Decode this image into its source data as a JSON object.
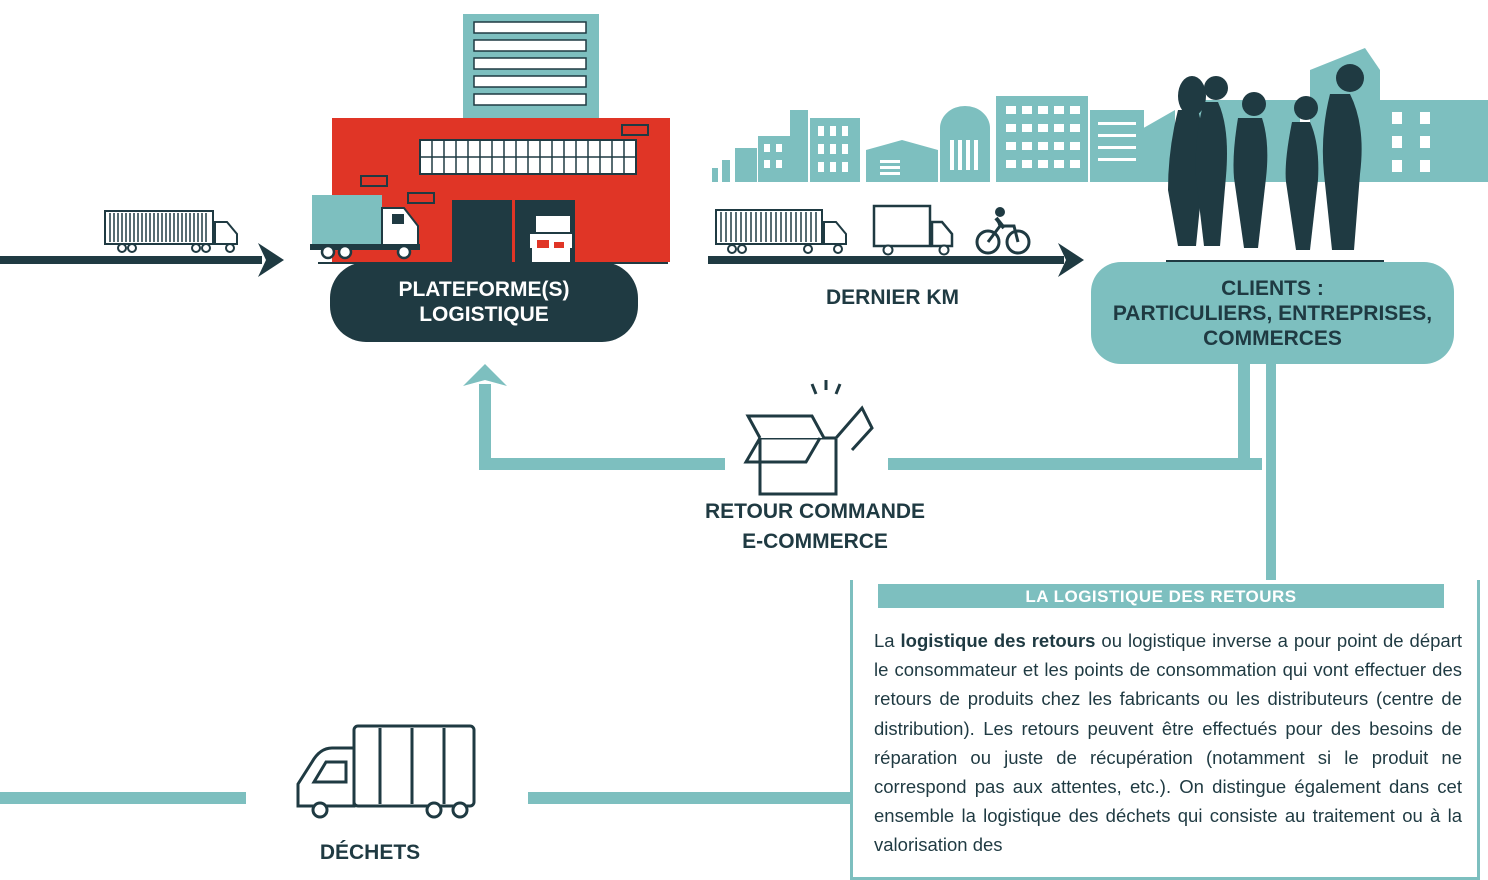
{
  "colors": {
    "navy": "#1f3a42",
    "teal": "#7dbfbf",
    "red": "#e03526",
    "white": "#ffffff"
  },
  "platform": {
    "line1": "PLATEFORME(S)",
    "line2": "LOGISTIQUE"
  },
  "last_mile": {
    "label": "DERNIER KM"
  },
  "clients": {
    "line1": "CLIENTS :",
    "line2": "PARTICULIERS, ENTREPRISES,",
    "line3": "COMMERCES"
  },
  "return_order": {
    "line1": "RETOUR COMMANDE",
    "line2": "E-COMMERCE"
  },
  "waste": {
    "label": "DÉCHETS"
  },
  "info_box": {
    "title": "LA LOGISTIQUE DES RETOURS",
    "text_prefix": "La ",
    "text_bold": "logistique des retours",
    "text_rest": " ou logistique inverse a pour point de départ le consommateur et les points de consommation qui vont effectuer des retours de produits chez les fabricants ou les distributeurs (centre de distribution). Les retours peuvent être effectués pour des besoins de réparation ou juste de récupération (notamment si le produit ne correspond pas aux attentes, etc.). On distingue également dans cet ensemble la logistique des déchets qui consiste au traitement ou à la valorisation des"
  },
  "icons": [
    "truck-icon",
    "warehouse-icon",
    "city-skyline-icon",
    "delivery-van-icon",
    "bicycle-icon",
    "people-group-icon",
    "open-box-icon",
    "garbage-truck-icon",
    "arrow-icon"
  ]
}
